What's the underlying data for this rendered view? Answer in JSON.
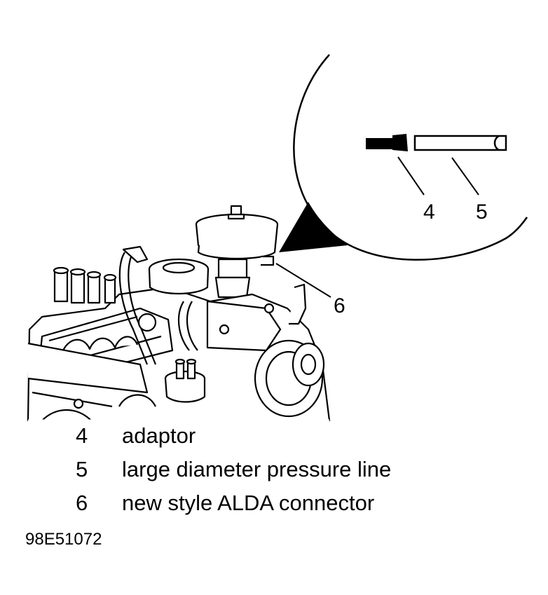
{
  "callouts": {
    "four": "4",
    "five": "5",
    "six": "6"
  },
  "legend": [
    {
      "number": "4",
      "text": "adaptor"
    },
    {
      "number": "5",
      "text": "large diameter pressure line"
    },
    {
      "number": "6",
      "text": "new style ALDA connector"
    }
  ],
  "figure_code": "98E51072"
}
